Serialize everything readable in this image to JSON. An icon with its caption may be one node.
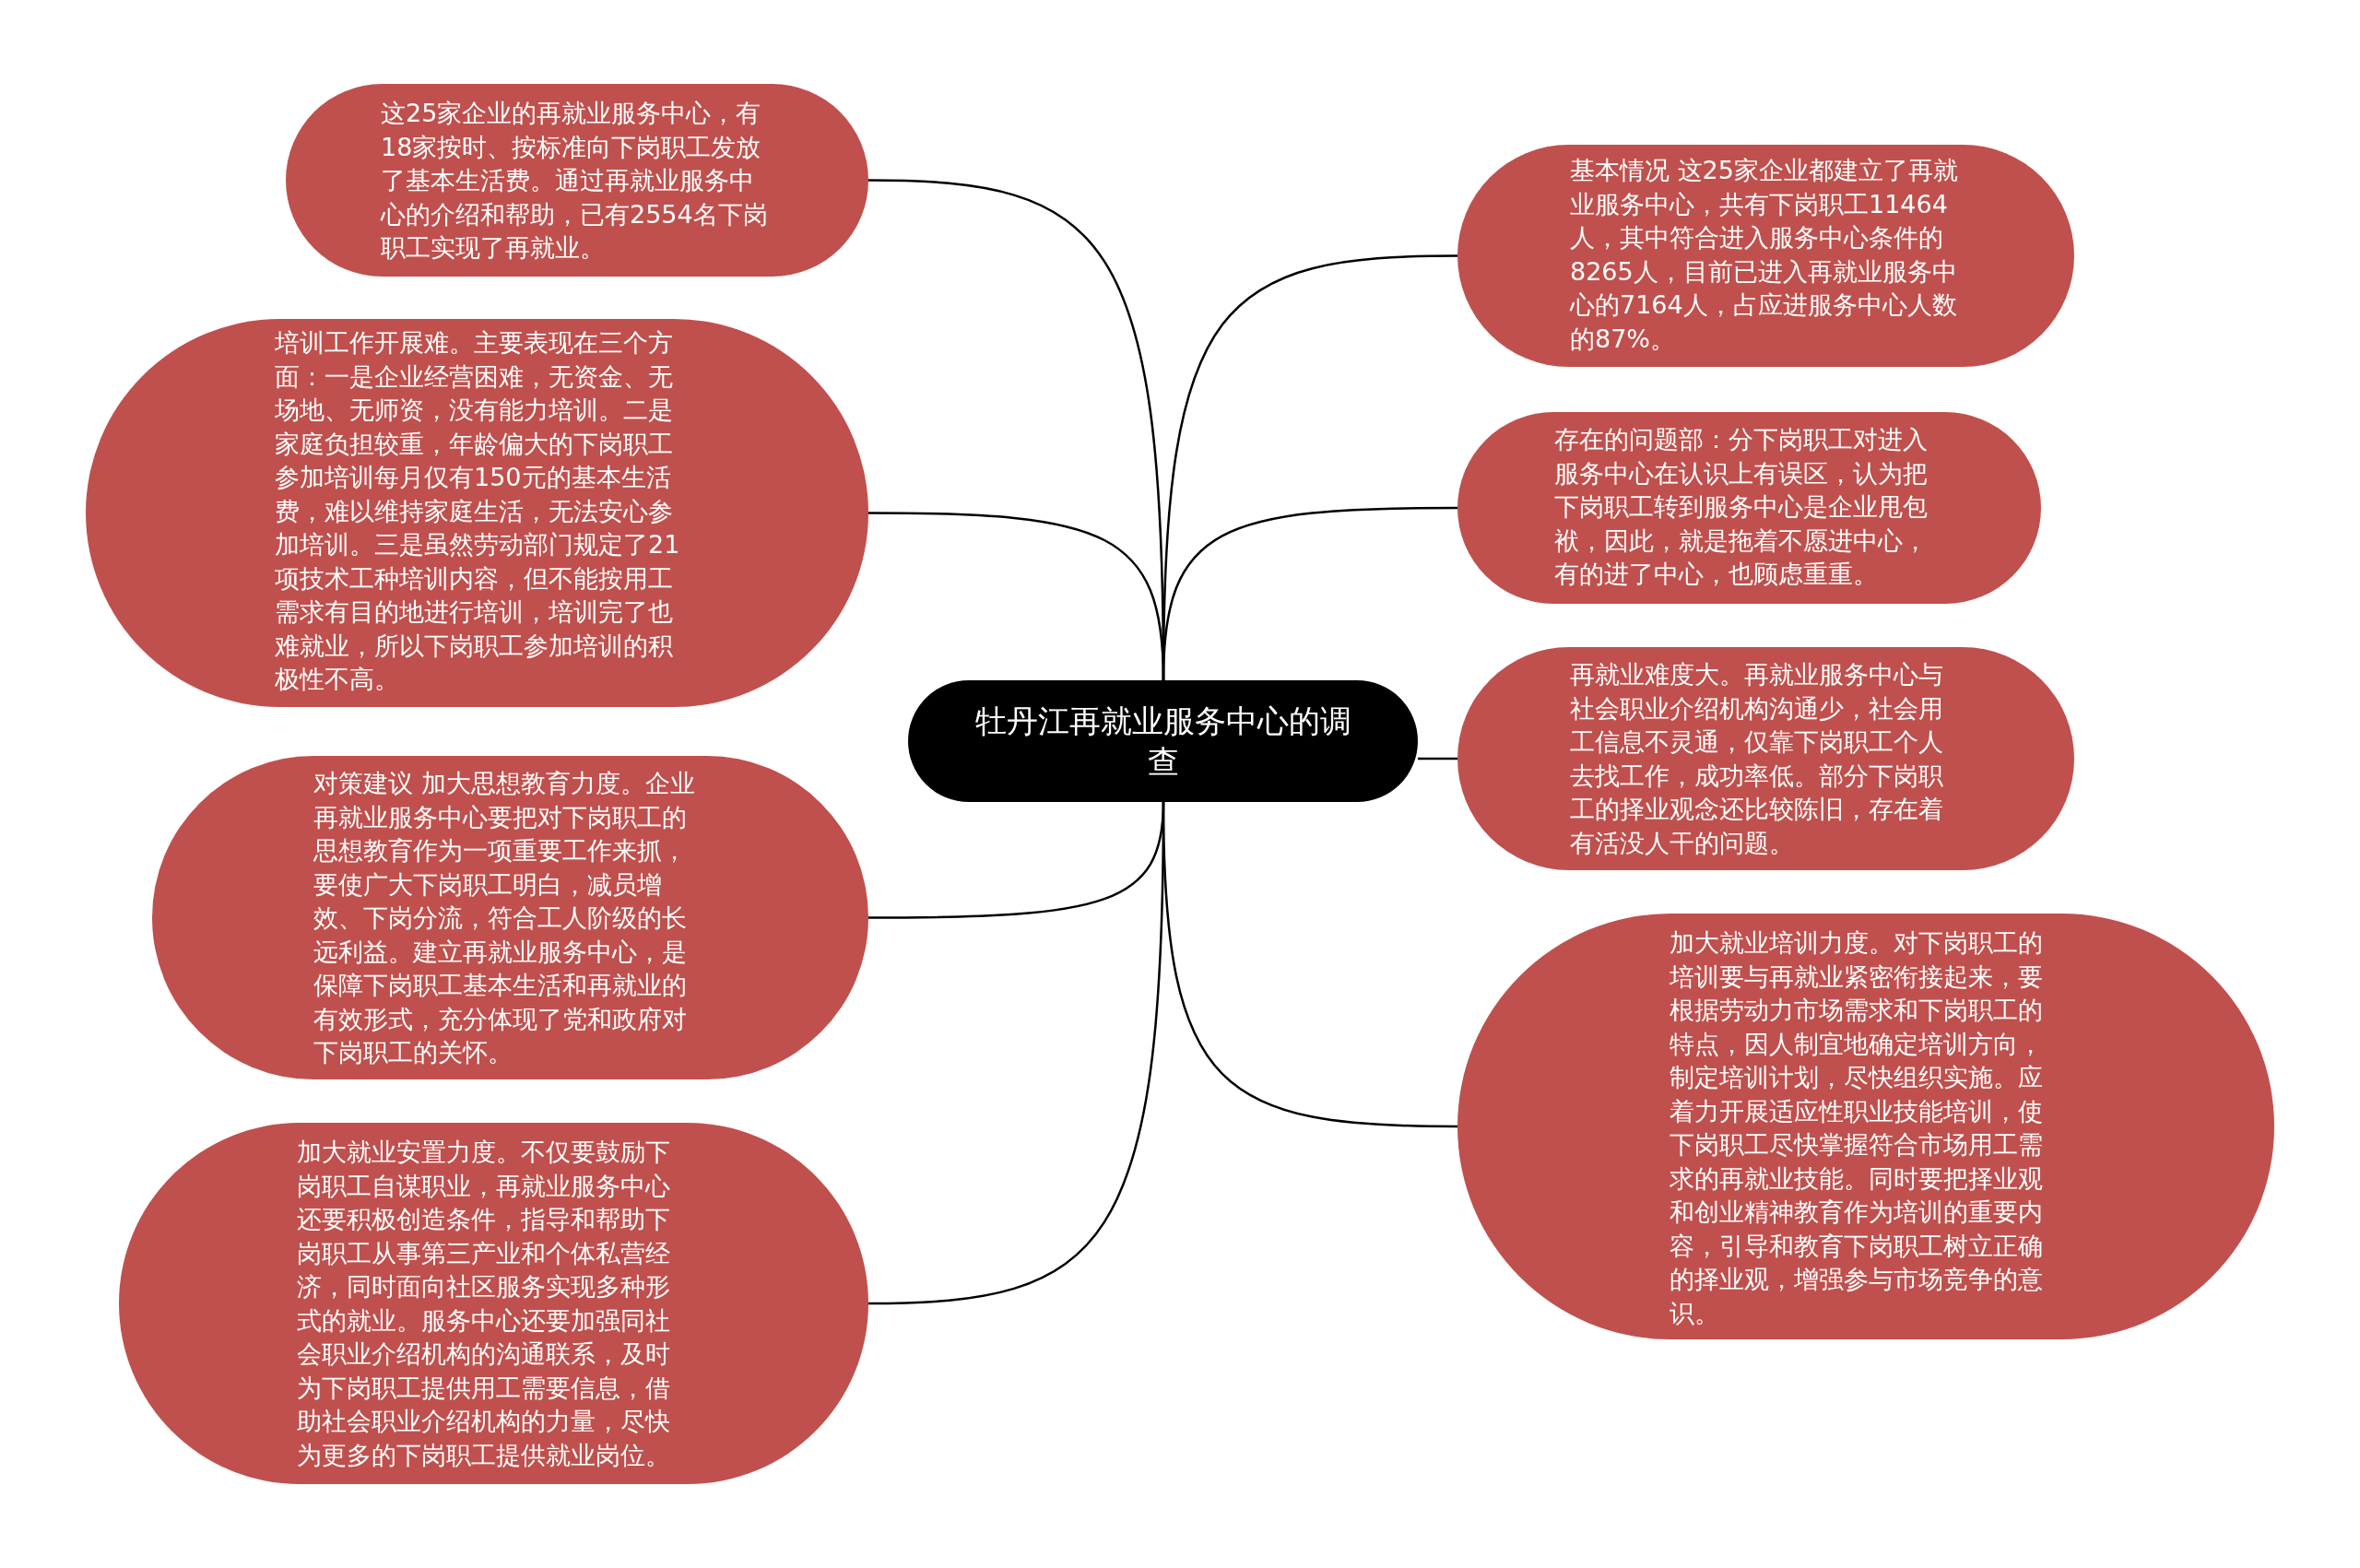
{
  "diagram": {
    "nodes": [
      {
        "text": [
          "牡丹江再就业服务中心的调查"
        ]
      },
      {
        "text": [
          "这25家企业的再就业服务中心，有18家按时、按标准向下岗职工发放了基本生活费。通过再就业服务中心的介绍和帮助，已有2554名下岗职工实现了再就业。"
        ]
      },
      {
        "text": [
          "培训工作开展难。主要表现在三个方面：一是企业经营困难，无资金、无场地、无师资，没有能力培训。二是家庭负担较重，年龄偏大的下岗职工参加培训每月仅有150元的基本生活费，难以维持家庭生活，无法安心参加培训。三是虽然劳动部门规定了21项技术工种培训内容，但不能按用工需求有目的地进行培训，培训完了也难就业，所以下岗职工参加培训的积极性不高。"
        ]
      },
      {
        "text": [
          "对策建议 加大思想教育力度。企业再就业服务中心要把对下岗职工的思想教育作为一项重要工作来抓，要使广大下岗职工明白，减员增效、下岗分流，符合工人阶级的长远利益。建立再就业服务中心，是保障下岗职工基本生活和再就业的有效形式，充分体现了党和政府对下岗职工的关怀。"
        ]
      },
      {
        "text": [
          "加大就业安置力度。不仅要鼓励下岗职工自谋职业，再就业服务中心还要积极创造条件，指导和帮助下岗职工从事第三产业和个体私营经济，同时面向社区服务实现多种形式的就业。服务中心还要加强同社会职业介绍机构的沟通联系，及时为下岗职工提供用工需要信息，借助社会职业介绍机构的力量，尽快为更多的下岗职工提供就业岗位。"
        ]
      },
      {
        "text": [
          "基本情况 这25家企业都建立了再就业服务中心，共有下岗职工11464人，其中符合进入服务中心条件的8265人，目前已进入再就业服务中心的7164人，占应进服务中心人数的87%。"
        ]
      },
      {
        "text": [
          "存在的问题部：分下岗职工对进入服务中心在认识上有误区，认为把下岗职工转到服务中心是企业甩包袱，因此，就是拖着不愿进中心，有的进了中心，也顾虑重重。"
        ]
      },
      {
        "text": [
          "再就业难度大。再就业服务中心与社会职业介绍机构沟通少，社会用工信息不灵通，仅靠下岗职工个人去找工作，成功率低。部分下岗职工的择业观念还比较陈旧，存在着有活没人干的问题。"
        ]
      },
      {
        "text": [
          "加大就业培训力度。对下岗职工的培训要与再就业紧密衔接起来，要根据劳动力市场需求和下岗职工的特点，因人制宜地确定培训方向，制定培训计划，尽快组织实施。应着力开展适应性职业技能培训，使下岗职工尽快掌握符合市场用工需求的再就业技能。同时要把择业观和创业精神教育作为培训的重要内容，引导和教育下岗职工树立正确的择业观，增强参与市场竞争的意识。"
        ]
      }
    ],
    "edges": [
      {
        "from": 0,
        "to": 1,
        "arrow": "none"
      },
      {
        "from": 0,
        "to": 2,
        "arrow": "none"
      },
      {
        "from": 0,
        "to": 3,
        "arrow": "none"
      },
      {
        "from": 0,
        "to": 4,
        "arrow": "none"
      },
      {
        "from": 0,
        "to": 5,
        "arrow": "none"
      },
      {
        "from": 0,
        "to": 6,
        "arrow": "none"
      },
      {
        "from": 0,
        "to": 7,
        "arrow": "none"
      },
      {
        "from": 0,
        "to": 8,
        "arrow": "none"
      }
    ]
  }
}
